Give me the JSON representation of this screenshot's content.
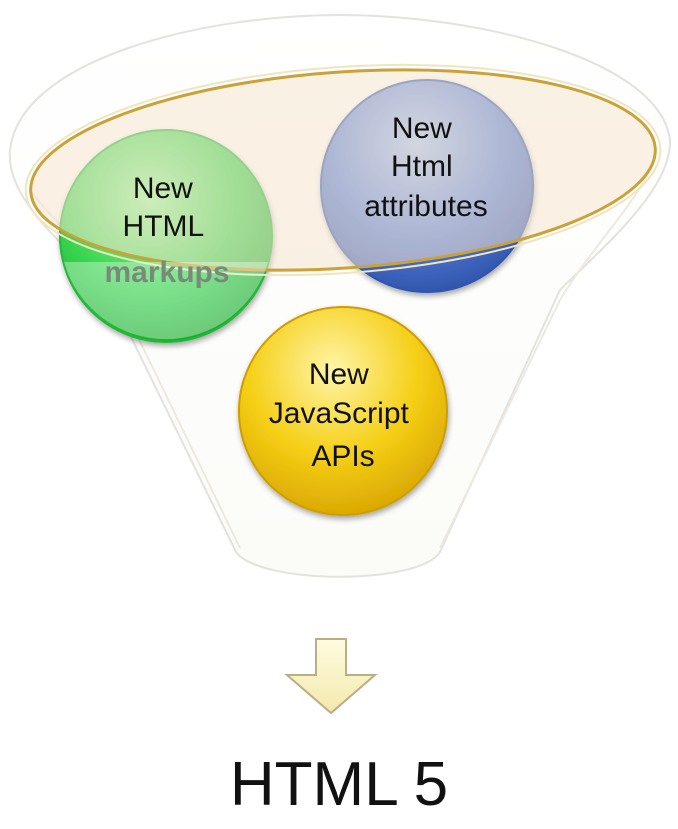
{
  "diagram": {
    "inputs": [
      {
        "id": "markups",
        "lines": [
          "New",
          "HTML",
          "markups"
        ],
        "color": "#2ed64a"
      },
      {
        "id": "attributes",
        "lines": [
          "New",
          "Html",
          "attributes"
        ],
        "color": "#3f6fd1"
      },
      {
        "id": "apis",
        "lines": [
          "New",
          "JavaScript",
          "APIs"
        ],
        "color": "#f2c40c"
      }
    ],
    "result": {
      "label": "HTML 5"
    },
    "colors": {
      "rim_fill": "#f6e6cf",
      "rim_stroke": "#c9a23a",
      "arrow_fill": "#fbf5c6",
      "arrow_stroke": "#b9ae85"
    }
  }
}
